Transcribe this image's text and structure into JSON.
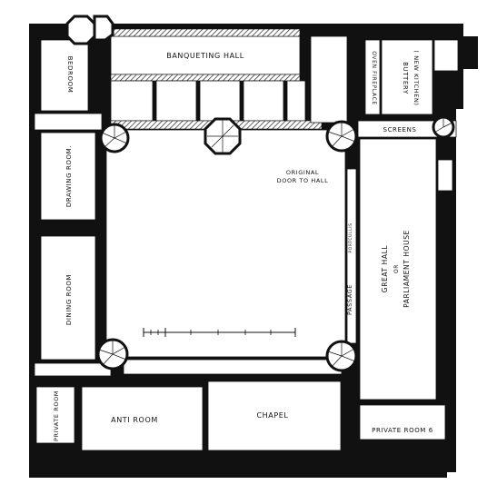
{
  "plan": {
    "rooms": {
      "banqueting_hall": "BANQUETING HALL",
      "bedroom": "BEDROOM",
      "drawing_room": "DRAWING ROOM.",
      "dining_room": "DINING ROOM",
      "anti_room": "ANTI ROOM",
      "chapel": "CHAPEL",
      "private_room_left": "PRIVATE ROOM",
      "private_room_right": "PRIVATE ROOM 6",
      "great_hall_line1": "GREAT HALL",
      "great_hall_line2": "OR",
      "great_hall_line3": "PARLIAMENT HOUSE",
      "buttery_line1": "BUTTERY",
      "buttery_line2": "( NEW KITCHEN)",
      "oven_fireplace": "OVEN FIREPLACE",
      "screens": "SCREENS",
      "passage": "PASSAGE",
      "portcullis": "PORTCULLIS"
    },
    "annotations": {
      "door_line1": "ORIGINAL",
      "door_line2": "DOOR TO HALL"
    },
    "colors": {
      "ink": "#111111",
      "paper": "#ffffff"
    }
  }
}
